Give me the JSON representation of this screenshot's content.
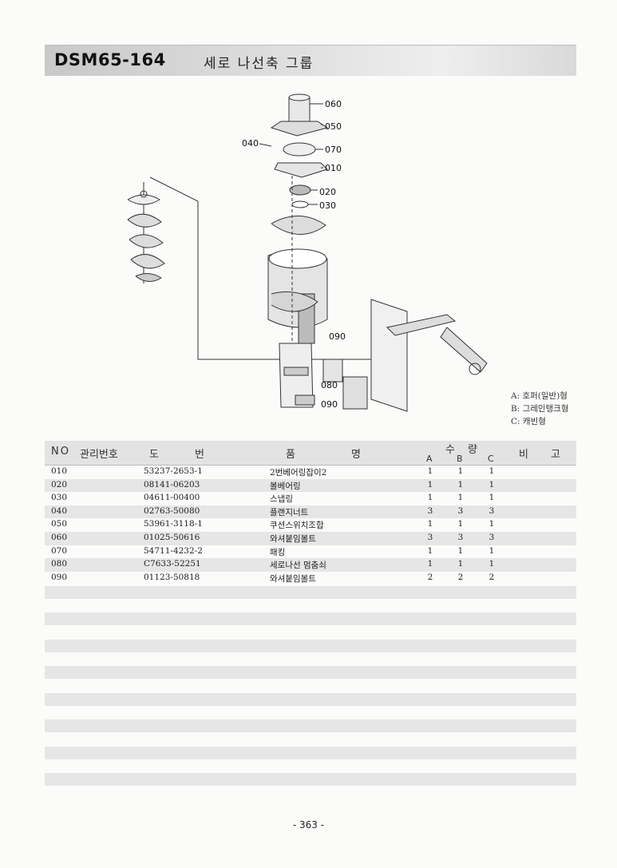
{
  "header": {
    "code": "DSM65-164",
    "name": "세로 나선축 그룹"
  },
  "diagram": {
    "callouts": [
      "060",
      "050",
      "040",
      "070",
      "010",
      "020",
      "030",
      "090",
      "080",
      "090"
    ]
  },
  "legend": [
    "A: 호퍼(일반)형",
    "B: 그레인탱크형",
    "C: 캐빈형"
  ],
  "table": {
    "headers": {
      "no": "NO",
      "mgmt": "관리번호",
      "do": "도",
      "beon": "번",
      "pum": "품",
      "myeong": "명",
      "su": "수",
      "ryang": "량",
      "a": "A",
      "b": "B",
      "c": "C",
      "bi": "비",
      "go": "고"
    },
    "rows": [
      {
        "no": "010",
        "part": "53237-2653-1",
        "name": "2번베어링잡이2",
        "a": "1",
        "b": "1",
        "c": "1"
      },
      {
        "no": "020",
        "part": "08141-06203",
        "name": "볼베어링",
        "a": "1",
        "b": "1",
        "c": "1"
      },
      {
        "no": "030",
        "part": "04611-00400",
        "name": "스냅링",
        "a": "1",
        "b": "1",
        "c": "1"
      },
      {
        "no": "040",
        "part": "02763-50080",
        "name": "플랜지너트",
        "a": "3",
        "b": "3",
        "c": "3"
      },
      {
        "no": "050",
        "part": "53961-3118-1",
        "name": "쿠션스위치조합",
        "a": "1",
        "b": "1",
        "c": "1"
      },
      {
        "no": "060",
        "part": "01025-50616",
        "name": "와셔붙임볼트",
        "a": "3",
        "b": "3",
        "c": "3"
      },
      {
        "no": "070",
        "part": "54711-4232-2",
        "name": "패킹",
        "a": "1",
        "b": "1",
        "c": "1"
      },
      {
        "no": "080",
        "part": "C7633-52251",
        "name": "세로나선 멈춤쇠",
        "a": "1",
        "b": "1",
        "c": "1"
      },
      {
        "no": "090",
        "part": "01123-50818",
        "name": "와셔붙임볼트",
        "a": "2",
        "b": "2",
        "c": "2"
      }
    ]
  },
  "page_number": "- 363 -"
}
